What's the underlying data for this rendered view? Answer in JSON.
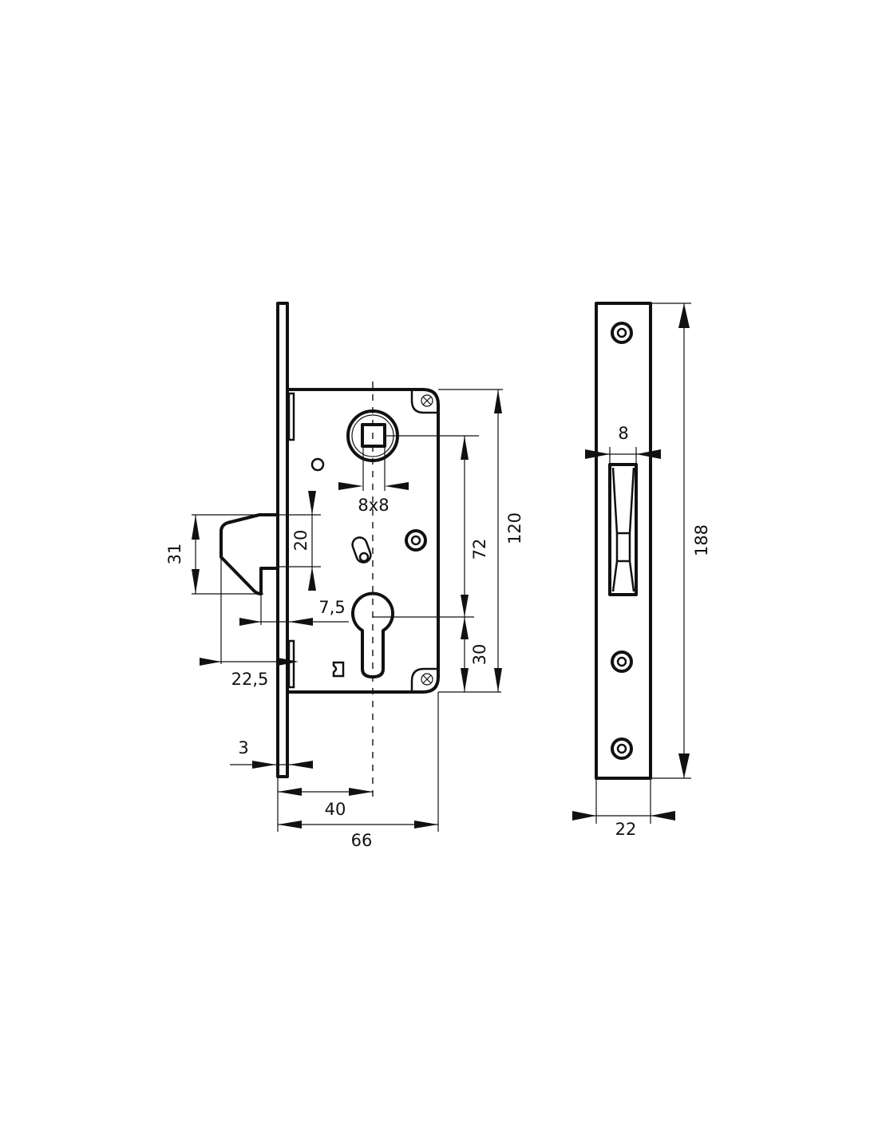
{
  "diagram": {
    "subject": "Mortise lock technical dimension drawing",
    "colors": {
      "line": "#111111",
      "background": "#ffffff"
    },
    "front_view": {
      "dimensions": {
        "spindle_square": "8x8",
        "latch_height": "31",
        "latch_offset": "20",
        "latch_projection": "7,5",
        "latch_depth": "22,5",
        "faceplate_thickness": "3",
        "backset": "40",
        "case_depth": "66",
        "center_distance": "72",
        "cylinder_to_bottom": "30",
        "case_height": "120"
      }
    },
    "side_view": {
      "dimensions": {
        "latch_width": "8",
        "faceplate_width": "22",
        "faceplate_height": "188"
      }
    }
  }
}
